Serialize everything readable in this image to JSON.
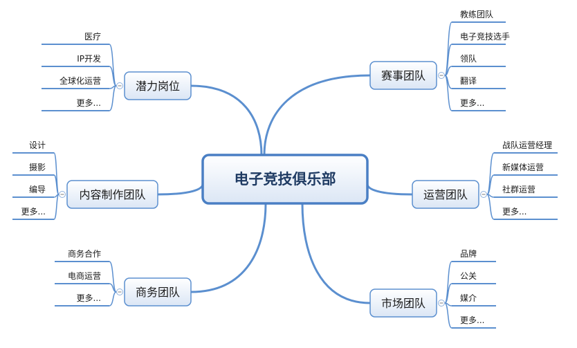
{
  "colors": {
    "line": "#5b8fcf",
    "box_border": "#5b8fcf",
    "box_fill_top": "#ffffff",
    "box_fill_bottom": "#dbe6f5",
    "center_border": "#4a7fc4",
    "text": "#1a1a1a"
  },
  "center": {
    "label": "电子竞技俱乐部"
  },
  "branches": [
    {
      "id": "saishi",
      "label": "赛事团队",
      "side": "right",
      "children": [
        "教练团队",
        "电子竞技选手",
        "领队",
        "翻译",
        "更多..."
      ]
    },
    {
      "id": "yunying",
      "label": "运营团队",
      "side": "right",
      "children": [
        "战队运营经理",
        "新媒体运营",
        "社群运营",
        "更多..."
      ]
    },
    {
      "id": "shichang",
      "label": "市场团队",
      "side": "right",
      "children": [
        "品牌",
        "公关",
        "媒介",
        "更多..."
      ]
    },
    {
      "id": "qianli",
      "label": "潜力岗位",
      "side": "left",
      "children": [
        "医疗",
        "IP开发",
        "全球化运营",
        "更多..."
      ]
    },
    {
      "id": "neirong",
      "label": "内容制作团队",
      "side": "left",
      "children": [
        "设计",
        "摄影",
        "编导",
        "更多..."
      ]
    },
    {
      "id": "shangwu",
      "label": "商务团队",
      "side": "left",
      "children": [
        "商务合作",
        "电商运营",
        "更多..."
      ]
    }
  ],
  "icons": {
    "collapse": "collapse-minus-icon"
  }
}
